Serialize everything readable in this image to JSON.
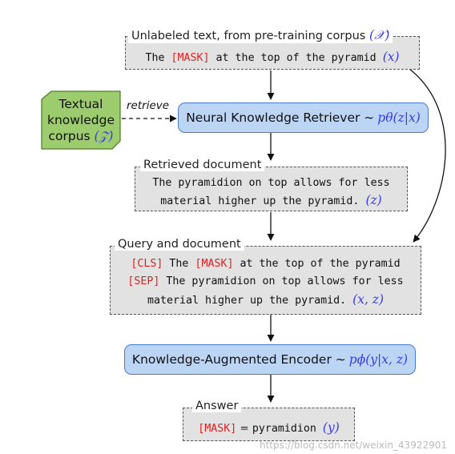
{
  "box1": {
    "label": "Unlabeled text, from pre-training corpus",
    "label_math": "(𝒳)",
    "line": [
      {
        "t": "The ",
        "c": "n"
      },
      {
        "t": "[MASK]",
        "c": "r"
      },
      {
        "t": " at the top of the pyramid ",
        "c": "n"
      }
    ],
    "math": "(x)"
  },
  "corpus": {
    "line1": "Textual",
    "line2": "knowledge",
    "line3": "corpus",
    "math": "(𝒵)"
  },
  "retrieve_label": "retrieve",
  "retriever": {
    "text": "Neural Knowledge Retriever ∼",
    "math": "pθ(z|x)"
  },
  "box2": {
    "label": "Retrieved document",
    "line1": "The pyramidion on top allows for less",
    "line2": "material higher up the pyramid. ",
    "math": "(z)"
  },
  "box3": {
    "label": "Query and document",
    "line1": [
      {
        "t": "[CLS]",
        "c": "r"
      },
      {
        "t": " The ",
        "c": "n"
      },
      {
        "t": "[MASK]",
        "c": "r"
      },
      {
        "t": " at the top of the pyramid",
        "c": "n"
      }
    ],
    "line2": [
      {
        "t": "[SEP]",
        "c": "r"
      },
      {
        "t": " The pyramidion on top allows for less",
        "c": "n"
      }
    ],
    "line3": "material higher up the pyramid. ",
    "math": "(x, z)"
  },
  "encoder": {
    "text": "Knowledge-Augmented Encoder ∼",
    "math": "pϕ(y|x, z)"
  },
  "answer": {
    "label": "Answer",
    "mask": "[MASK]",
    "eq": " = ",
    "value": "pyramidion ",
    "math": "(y)"
  },
  "watermark": "https://blog.csdn.net/weixin_43922901",
  "colors": {
    "grey_fill": "#e2e2e2",
    "blue_fill": "#bcd5f5",
    "blue_border": "#4a7ad0",
    "green_fill": "#9ccc6e",
    "green_border": "#4f7f2a",
    "mask_red": "#e02020",
    "math_blue": "#3a3ae6"
  }
}
